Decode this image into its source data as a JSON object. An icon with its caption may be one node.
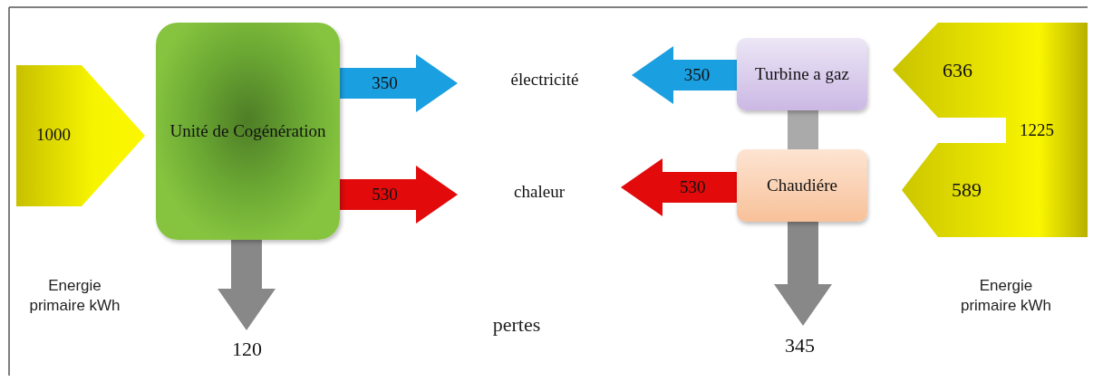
{
  "diagram": {
    "nodes": [
      {
        "text": [
          "1000"
        ]
      },
      {
        "text": [
          "Unité de Cogénération"
        ]
      },
      {
        "text": [
          "électricité"
        ]
      },
      {
        "text": [
          "chaleur"
        ]
      },
      {
        "text": [
          "Turbine a gaz"
        ]
      },
      {
        "text": [
          "Chaudiére"
        ]
      },
      {
        "text": [
          "636",
          "1225",
          "589"
        ]
      },
      {
        "text": [
          "120"
        ]
      },
      {
        "text": [
          "345"
        ]
      }
    ],
    "edges": [
      {
        "from": 1,
        "to": 2,
        "arrow": "to",
        "label": "350",
        "style": "thick",
        "color": "#1a9fe0"
      },
      {
        "from": 1,
        "to": 3,
        "arrow": "to",
        "label": "530",
        "style": "thick",
        "color": "#e20a0a"
      },
      {
        "from": 1,
        "to": 7,
        "arrow": "to",
        "style": "thick",
        "color": "#888888"
      },
      {
        "from": 4,
        "to": 2,
        "arrow": "to",
        "label": "350",
        "style": "thick",
        "color": "#1a9fe0"
      },
      {
        "from": 5,
        "to": 3,
        "arrow": "to",
        "label": "530",
        "style": "thick",
        "color": "#e20a0a"
      },
      {
        "from": 4,
        "to": 5,
        "arrow": "none",
        "style": "thick",
        "color": "#aaaaaa"
      },
      {
        "from": 5,
        "to": 8,
        "arrow": "to",
        "style": "thick",
        "color": "#888888"
      }
    ],
    "labels": [
      "Energie primaire kWh",
      "pertes",
      "Energie primaire kWh"
    ]
  }
}
